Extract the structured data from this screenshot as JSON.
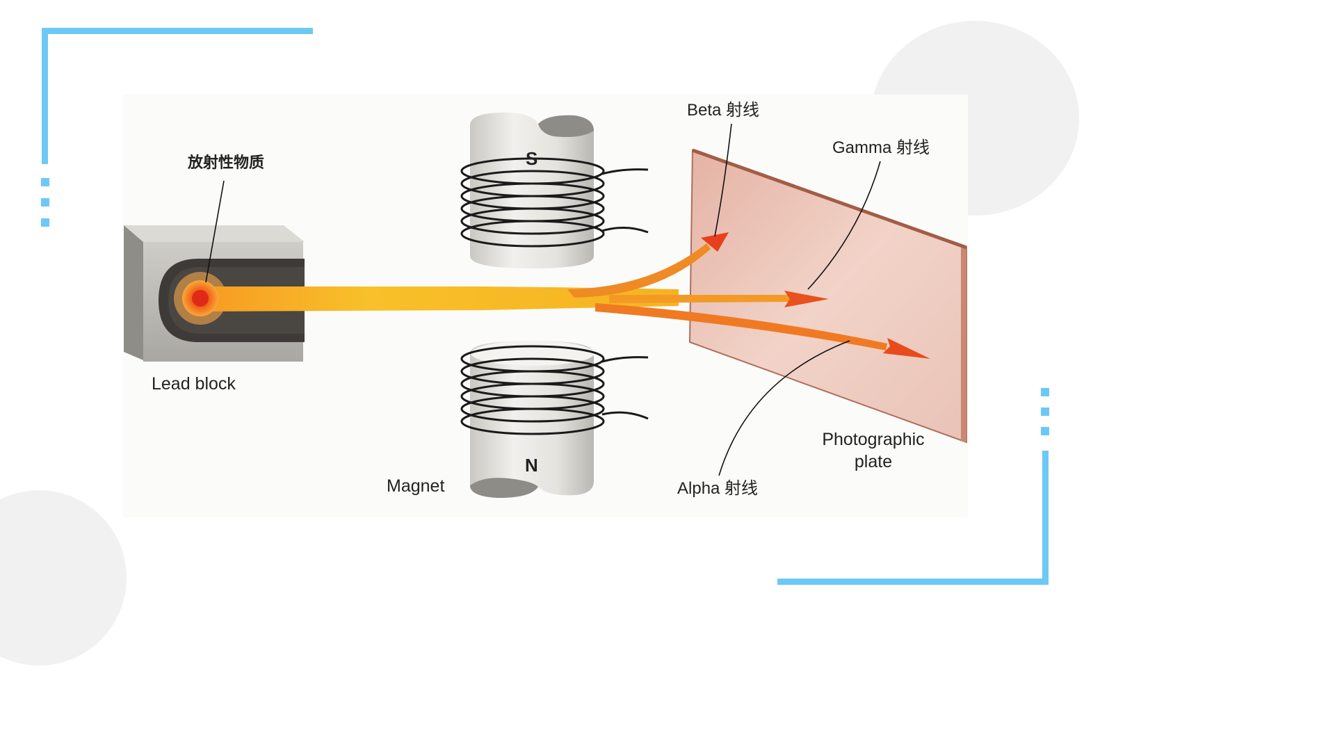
{
  "labels": {
    "source": "放射性物质",
    "lead_block": "Lead block",
    "magnet": "Magnet",
    "pole_s": "S",
    "pole_n": "N",
    "beta": "Beta 射线",
    "gamma": "Gamma 射线",
    "alpha": "Alpha 射线",
    "plate_line1": "Photographic",
    "plate_line2": "plate"
  },
  "colors": {
    "accent": "#6cc9f5",
    "beam": "#f7b41e",
    "ray": "#e8501c",
    "plate": "#e9c1b4"
  }
}
